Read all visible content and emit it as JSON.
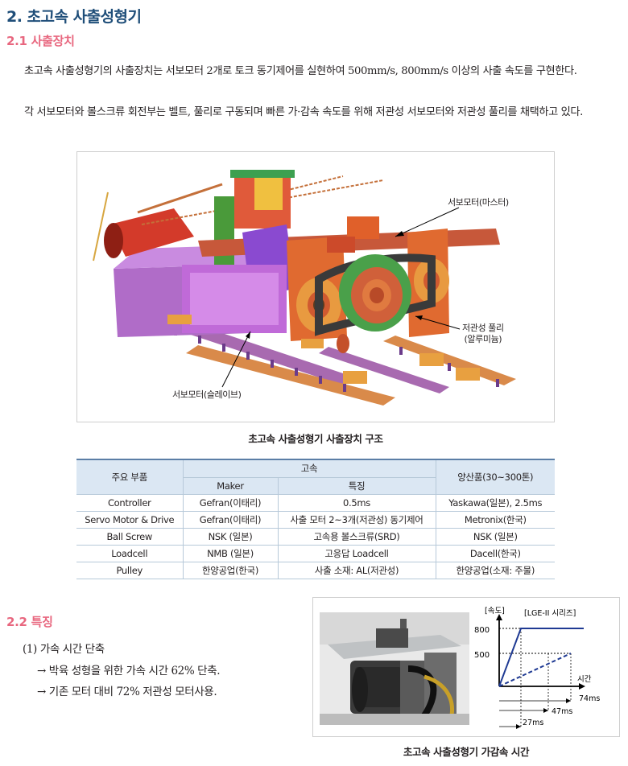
{
  "section_title": "2. 초고속 사출성형기",
  "sub1_title": "2.1 사출장치",
  "para1": "초고속 사출성형기의 사출장치는 서보모터 2개로 토크 동기제어를 실현하여 500mm/s, 800mm/s 이상의 사출 속도를 구현한다.",
  "para2": "각 서보모터와 볼스크류 회전부는 벨트, 풀리로 구동되며 빠른 가·감속 속도를 위해 저관성 서보모터와 저관성 풀리를 채택하고 있다.",
  "figure1": {
    "label_master": "서보모터(마스터)",
    "label_pulley_1": "저관성 풀리",
    "label_pulley_2": "(알루미늄)",
    "label_slave": "서보모터(슬레이브)",
    "caption": "초고속 사출성형기 사출장치 구조"
  },
  "table": {
    "col_part": "주요 부품",
    "col_group": "고속",
    "col_maker": "Maker",
    "col_feature": "특징",
    "col_mass": "양산품(30~300톤)",
    "rows": [
      {
        "part": "Controller",
        "maker": "Gefran(이태리)",
        "feature": "0.5ms",
        "mass": "Yaskawa(일본), 2.5ms"
      },
      {
        "part": "Servo Motor & Drive",
        "maker": "Gefran(이태리)",
        "feature": "사출 모터 2~3개(저관성) 동기제어",
        "mass": "Metronix(한국)"
      },
      {
        "part": "Ball Screw",
        "maker": "NSK (일본)",
        "feature": "고속용 볼스크류(SRD)",
        "mass": "NSK (일본)"
      },
      {
        "part": "Loadcell",
        "maker": "NMB (일본)",
        "feature": "고응답 Loadcell",
        "mass": "Dacell(한국)"
      },
      {
        "part": "Pulley",
        "maker": "한양공업(한국)",
        "feature": "사출 소재: AL(저관성)",
        "mass": "한양공업(소재: 주물)"
      }
    ]
  },
  "sub2_title": "2.2 특징",
  "features": {
    "item": "(1) 가속 시간 단축",
    "point1": "→ 박육 성형을 위한 가속 시간 62% 단축.",
    "point2": "→ 기존 모터 대비 72% 저관성 모터사용."
  },
  "chart_data": {
    "type": "line",
    "title": "[LGE-II 시리즈]",
    "ylabel": "[속도]",
    "xlabel": "시간",
    "yticks": [
      "800",
      "500"
    ],
    "time_labels": [
      "74ms",
      "47ms",
      "27ms"
    ],
    "series": [
      {
        "style": "solid",
        "accel_time_ms": 27,
        "target_speed": 800,
        "color": "#1f3a93"
      },
      {
        "style": "dashed",
        "accel_time_ms": 74,
        "target_speed": 500,
        "color": "#1f3a93"
      }
    ],
    "caption": "초고속 사출성형기 가감속 시간"
  }
}
